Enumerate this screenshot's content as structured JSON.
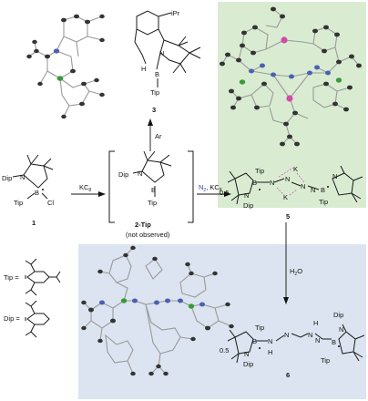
{
  "panel_colors": {
    "green_box": "#d9ecd2",
    "blue_box": "#dbe4f0",
    "boron_atom": "#3a9a3a",
    "potassium_atom": "#d44aa6",
    "nitrogen_atom": "#4a60b0"
  },
  "compounds": {
    "c1": {
      "number": "1",
      "dip": "Dip",
      "n": "N",
      "b": "B",
      "tip": "Tip",
      "cl": "Cl"
    },
    "c2": {
      "number": "2-Tip",
      "note": "(not observed)",
      "dip": "Dip",
      "n": "N",
      "b": "B",
      "tip": "Tip"
    },
    "c3": {
      "number": "3",
      "ipr": "iPr",
      "n": "N",
      "b": "B",
      "h": "H",
      "tip": "Tip"
    },
    "c5": {
      "number": "5",
      "factor": "0.5",
      "tip_top": "Tip",
      "tip_bottom": "Tip",
      "dip_left": "Dip",
      "b": "B",
      "n": "N",
      "k": "K"
    },
    "c6": {
      "number": "6",
      "factor": "0.5",
      "tip_top": "Tip",
      "tip_bottom": "Tip",
      "dip_left": "Dip",
      "dip_right": "Dip",
      "b": "B",
      "n": "N",
      "h": "H"
    }
  },
  "arrows": {
    "a1": {
      "reagent": "KC",
      "sub": "8"
    },
    "a2": {
      "reagent_n2": "N",
      "n2_sub": "2",
      "separator": ", ",
      "reagent": "KC",
      "sub": "8"
    },
    "a3": {
      "reagent": "Ar"
    },
    "a4": {
      "reagent": "H",
      "h2o_sub": "2",
      "o": "O"
    }
  },
  "definitions": {
    "tip_label": "Tip =",
    "dip_label": "Dip ="
  }
}
